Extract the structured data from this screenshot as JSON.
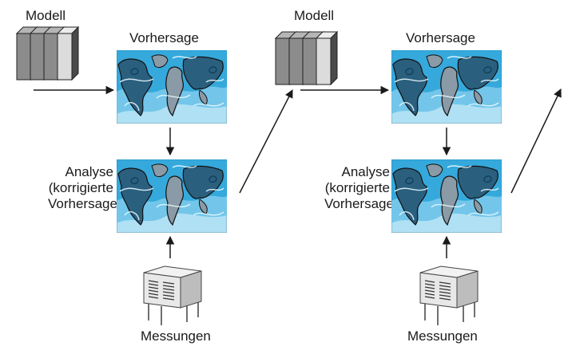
{
  "cycles": [
    {
      "model_label": "Modell",
      "forecast_label": "Vorhersage",
      "analysis_label": [
        "Analyse",
        "(korrigierte",
        "Vorhersage)"
      ],
      "measurements_label": "Messungen"
    },
    {
      "model_label": "Modell",
      "forecast_label": "Vorhersage",
      "analysis_label": [
        "Analyse",
        "(korrigierte",
        "Vorhersage)"
      ],
      "measurements_label": "Messungen"
    }
  ],
  "colors": {
    "map_ocean": "#1fa0d8",
    "map_ocean_light": "#8fd3f0",
    "map_land": "#2b5f7e",
    "map_land_gray": "#8a9aa6",
    "model_block_front": "#8c8c8c",
    "model_block_side": "#4a4a4a",
    "station_body": "#d4d4d4",
    "arrow": "#1a1a1a"
  },
  "icons": [
    "model-stack-icon",
    "weather-map-icon",
    "weather-station-icon",
    "arrow-icon"
  ]
}
